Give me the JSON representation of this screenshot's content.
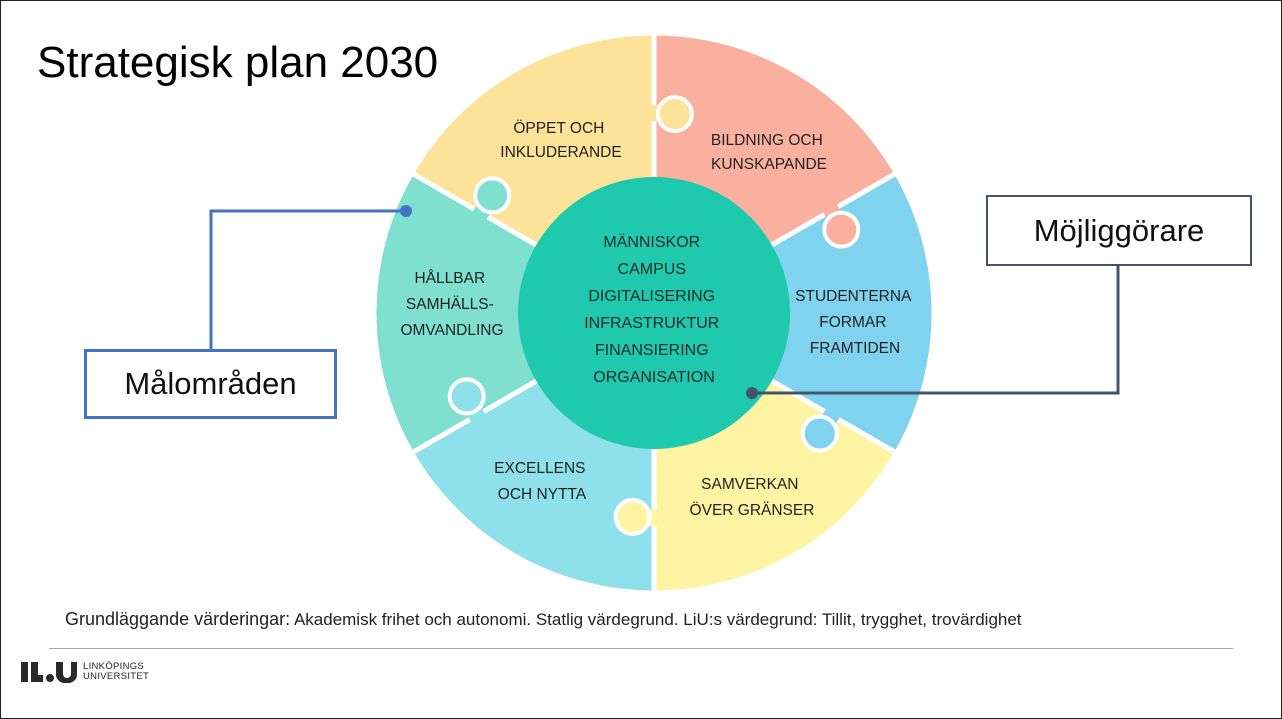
{
  "slide": {
    "title": "Strategisk plan 2030"
  },
  "diagram": {
    "segments": [
      {
        "id": "oppet",
        "lines": [
          "ÖPPET OCH",
          "INKLUDERANDE"
        ],
        "color": "#fde29a"
      },
      {
        "id": "bildning",
        "lines": [
          "BILDNING OCH",
          "KUNSKAPANDE"
        ],
        "color": "#f9b09f"
      },
      {
        "id": "studenterna",
        "lines": [
          "STUDENTERNA",
          "FORMAR",
          "FRAMTIDEN"
        ],
        "color": "#7fd3ef"
      },
      {
        "id": "samverkan",
        "lines": [
          "SAMVERKAN",
          "ÖVER GRÄNSER"
        ],
        "color": "#fff4a3"
      },
      {
        "id": "excellens",
        "lines": [
          "EXCELLENS",
          "OCH NYTTA"
        ],
        "color": "#8ee0ea"
      },
      {
        "id": "hallbar",
        "lines": [
          "HÅLLBAR",
          "SAMHÄLLS-",
          "OMVANDLING"
        ],
        "color": "#7fe0cf"
      }
    ],
    "center": {
      "lines": [
        "MÄNNISKOR",
        "CAMPUS",
        "DIGITALISERING",
        "INFRASTRUKTUR",
        "FINANSIERING",
        "ORGANISATION"
      ],
      "color": "#1ec9ad"
    }
  },
  "callouts": {
    "goal_areas": {
      "label": "Målområden",
      "color": "#4472c4"
    },
    "enablers": {
      "label": "Möjliggörare",
      "color": "#44546a"
    }
  },
  "footer": {
    "values_lead": "Grundläggande värderingar:",
    "values_text": " Akademisk frihet och autonomi. Statlig värdegrund. LiU:s värdegrund: Tillit, trygghet, trovärdighet",
    "logo_line1": "LINKÖPINGS",
    "logo_line2": "UNIVERSITET"
  }
}
